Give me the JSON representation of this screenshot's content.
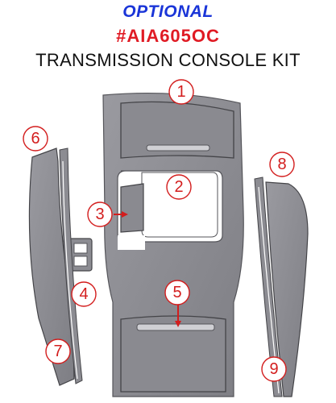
{
  "header": {
    "line1": "OPTIONAL",
    "line2": "#AIA605OC",
    "line3": "TRANSMISSION CONSOLE KIT"
  },
  "colors": {
    "line1": "#1a35d8",
    "line2": "#e01b24",
    "part_fill": "#8c8c92",
    "part_stroke": "#55555a",
    "callout": "#d31d1d"
  },
  "callouts": [
    {
      "id": "1",
      "label": "1"
    },
    {
      "id": "2",
      "label": "2"
    },
    {
      "id": "3",
      "label": "3"
    },
    {
      "id": "4",
      "label": "4"
    },
    {
      "id": "5",
      "label": "5"
    },
    {
      "id": "6",
      "label": "6"
    },
    {
      "id": "7",
      "label": "7"
    },
    {
      "id": "8",
      "label": "8"
    },
    {
      "id": "9",
      "label": "9"
    }
  ]
}
